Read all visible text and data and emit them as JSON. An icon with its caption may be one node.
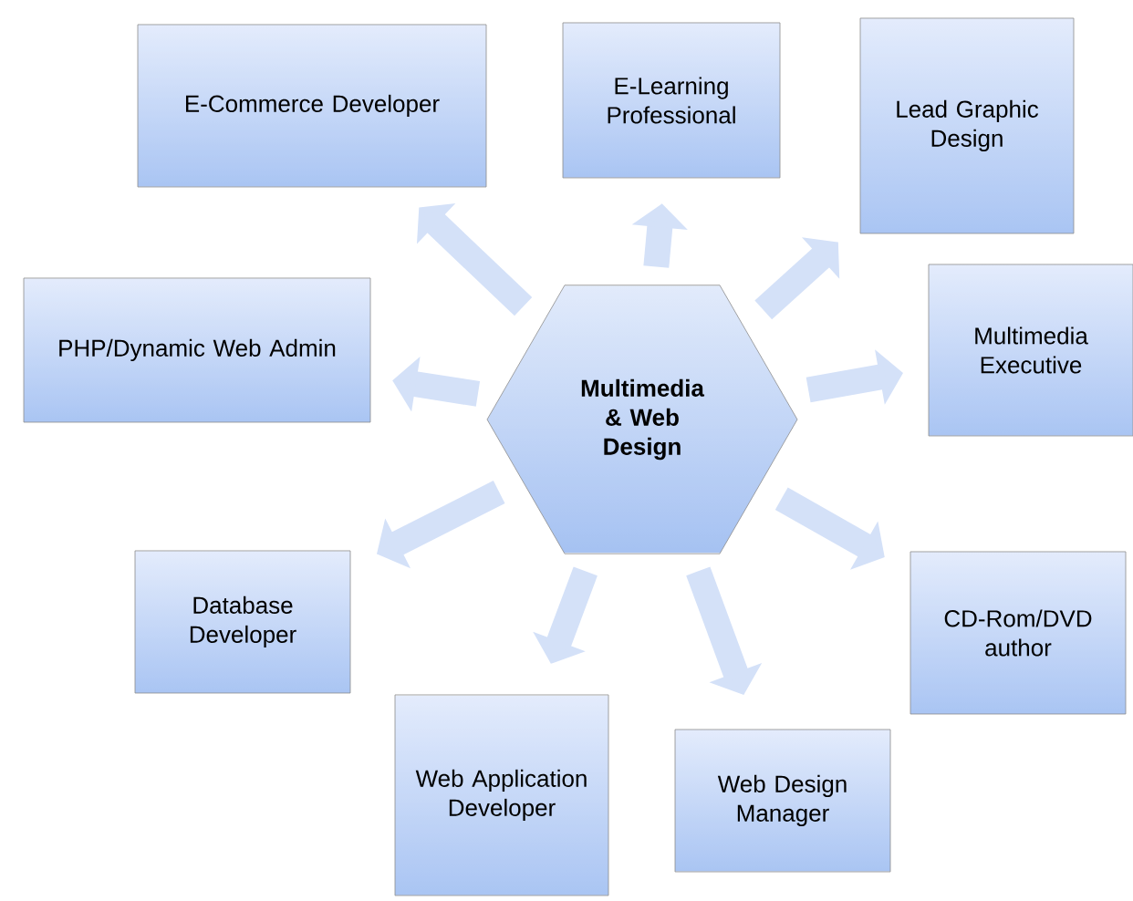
{
  "diagram": {
    "nodes": [
      {
        "text": [
          "Multimedia & Web Design"
        ]
      },
      {
        "text": [
          "E-Commerce Developer"
        ]
      },
      {
        "text": [
          "E-Learning Professional"
        ]
      },
      {
        "text": [
          "Lead Graphic Design"
        ]
      },
      {
        "text": [
          "Multimedia Executive"
        ]
      },
      {
        "text": [
          "PHP/Dynamic Web Admin"
        ]
      },
      {
        "text": [
          "Database Developer"
        ]
      },
      {
        "text": [
          "Web Application Developer"
        ]
      },
      {
        "text": [
          "Web Design Manager"
        ]
      },
      {
        "text": [
          "CD-Rom/DVD author"
        ]
      }
    ],
    "edges": [
      {
        "from": 0,
        "to": 1,
        "arrow": "to"
      },
      {
        "from": 0,
        "to": 2,
        "arrow": "to"
      },
      {
        "from": 0,
        "to": 3,
        "arrow": "to"
      },
      {
        "from": 0,
        "to": 4,
        "arrow": "to"
      },
      {
        "from": 0,
        "to": 5,
        "arrow": "to"
      },
      {
        "from": 0,
        "to": 6,
        "arrow": "to"
      },
      {
        "from": 0,
        "to": 7,
        "arrow": "to"
      },
      {
        "from": 0,
        "to": 8,
        "arrow": "to"
      },
      {
        "from": 0,
        "to": 9,
        "arrow": "to"
      }
    ]
  }
}
